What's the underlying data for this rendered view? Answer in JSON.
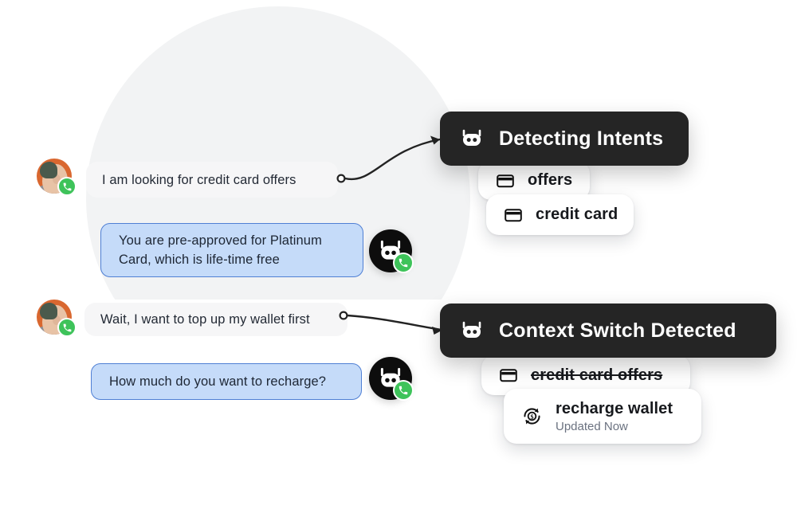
{
  "conversation": {
    "messages": [
      {
        "role": "user",
        "text": "I am looking for credit card offers",
        "avatar_icon": "user-avatar-photo",
        "badge_icon": "phone-badge-icon"
      },
      {
        "role": "bot",
        "text": "You are pre-approved for Platinum Card, which is life-time free",
        "avatar_icon": "robot-avatar-icon",
        "badge_icon": "phone-badge-icon"
      },
      {
        "role": "user",
        "text": "Wait, I want to top up my wallet first",
        "avatar_icon": "user-avatar-photo",
        "badge_icon": "phone-badge-icon"
      },
      {
        "role": "bot",
        "text": "How much do you want to recharge?",
        "avatar_icon": "robot-avatar-icon",
        "badge_icon": "phone-badge-icon"
      }
    ]
  },
  "panels": [
    {
      "banner_label": "Detecting Intents",
      "banner_icon": "robot-head-icon",
      "chips": [
        {
          "label": "offers",
          "icon": "credit-card-icon",
          "struck": false,
          "subtitle": ""
        },
        {
          "label": "credit card",
          "icon": "credit-card-icon",
          "struck": false,
          "subtitle": ""
        }
      ]
    },
    {
      "banner_label": "Context Switch Detected",
      "banner_icon": "robot-head-icon",
      "chips": [
        {
          "label": "credit card offers",
          "icon": "credit-card-icon",
          "struck": true,
          "subtitle": ""
        },
        {
          "label": "recharge wallet",
          "icon": "recharge-wallet-icon",
          "struck": false,
          "subtitle": "Updated Now"
        }
      ]
    }
  ],
  "connectors": [
    {
      "name": "connector-detecting-intents"
    },
    {
      "name": "connector-context-switch"
    }
  ],
  "colors": {
    "background": "#ffffff",
    "decor_circle": "#f2f3f4",
    "user_bubble": "#f6f6f7",
    "bot_bubble": "#c5dbf9",
    "bot_bubble_border": "#4f7fd4",
    "banner_dark": "#252525",
    "accent_green": "#3ec35a",
    "text_primary": "#1f2430",
    "text_muted": "#6b7280"
  }
}
